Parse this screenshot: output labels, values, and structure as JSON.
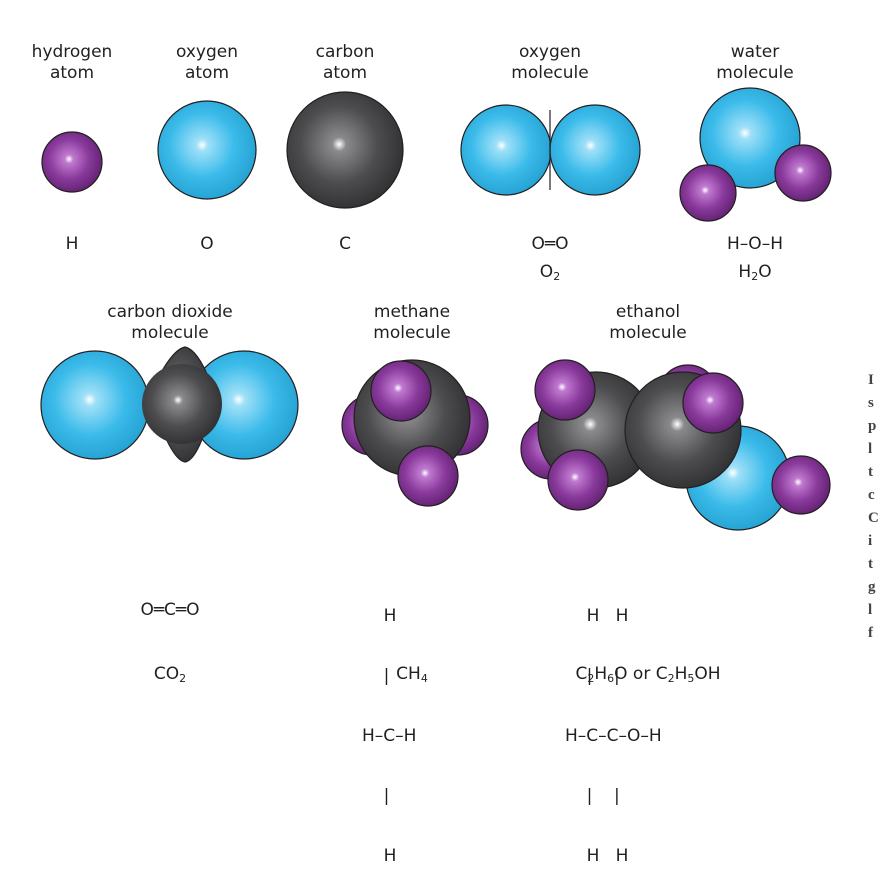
{
  "labels": {
    "hydrogen_atom": [
      "hydrogen",
      "atom"
    ],
    "oxygen_atom": [
      "oxygen",
      "atom"
    ],
    "carbon_atom": [
      "carbon",
      "atom"
    ],
    "oxygen_molecule": [
      "oxygen",
      "molecule"
    ],
    "water_molecule": [
      "water",
      "molecule"
    ],
    "carbon_dioxide_molecule": [
      "carbon dioxide",
      "molecule"
    ],
    "methane_molecule": [
      "methane",
      "molecule"
    ],
    "ethanol_molecule": [
      "ethanol",
      "molecule"
    ]
  },
  "symbols": {
    "hydrogen": "H",
    "oxygen": "O",
    "carbon": "C"
  },
  "structural": {
    "oxygen_molecule": "O═O",
    "water_molecule": "H–O–H",
    "carbon_dioxide": "O═C═O"
  },
  "formulas": {
    "oxygen_molecule": {
      "base": "O",
      "sub": "2"
    },
    "water_molecule": {
      "a": "H",
      "a_sub": "2",
      "b": "O"
    },
    "carbon_dioxide": {
      "a": "CO",
      "a_sub": "2"
    },
    "methane": {
      "a": "CH",
      "a_sub": "4"
    },
    "ethanol": {
      "c": "C",
      "c_sub": "2",
      "h": "H",
      "h_sub": "6",
      "o": "O",
      "or": "or",
      "c2": "C",
      "c2_sub": "2",
      "h2": "H",
      "h2_sub": "5",
      "oh": "OH"
    }
  },
  "methane_struct": {
    "line1": "    H",
    "line2": "    |",
    "line3": "H–C–H",
    "line4": "    |",
    "line5": "    H"
  },
  "ethanol_struct": {
    "line1": "    H   H",
    "line2": "    |    |",
    "line3": "H–C–C–O–H",
    "line4": "    |    |",
    "line5": "    H   H"
  },
  "edge_text": [
    "I",
    "s",
    "p",
    "l",
    "t",
    "c",
    "C",
    "i",
    "t",
    "g",
    "l",
    "f"
  ],
  "colors": {
    "hydrogen": "#7b2f8e",
    "oxygen": "#35b8e8",
    "carbon": "#4a4a4c",
    "outline": "#231f20"
  }
}
